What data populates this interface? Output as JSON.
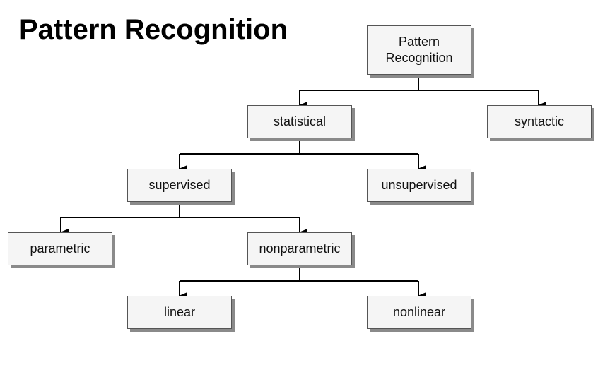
{
  "title": "Pattern Recognition",
  "nodes": {
    "root": {
      "line1": "Pattern",
      "line2": "Recognition"
    },
    "statistical": "statistical",
    "syntactic": "syntactic",
    "supervised": "supervised",
    "unsupervised": "unsupervised",
    "parametric": "parametric",
    "nonparametric": "nonparametric",
    "linear": "linear",
    "nonlinear": "nonlinear"
  },
  "edges": [
    [
      "Pattern Recognition",
      "statistical"
    ],
    [
      "Pattern Recognition",
      "syntactic"
    ],
    [
      "statistical",
      "supervised"
    ],
    [
      "statistical",
      "unsupervised"
    ],
    [
      "supervised",
      "parametric"
    ],
    [
      "supervised",
      "nonparametric"
    ],
    [
      "nonparametric",
      "linear"
    ],
    [
      "nonparametric",
      "nonlinear"
    ]
  ],
  "colors": {
    "box_fill": "#f5f5f5",
    "box_border": "#555555",
    "box_shadow": "#8a8a8a",
    "line": "#000000"
  }
}
